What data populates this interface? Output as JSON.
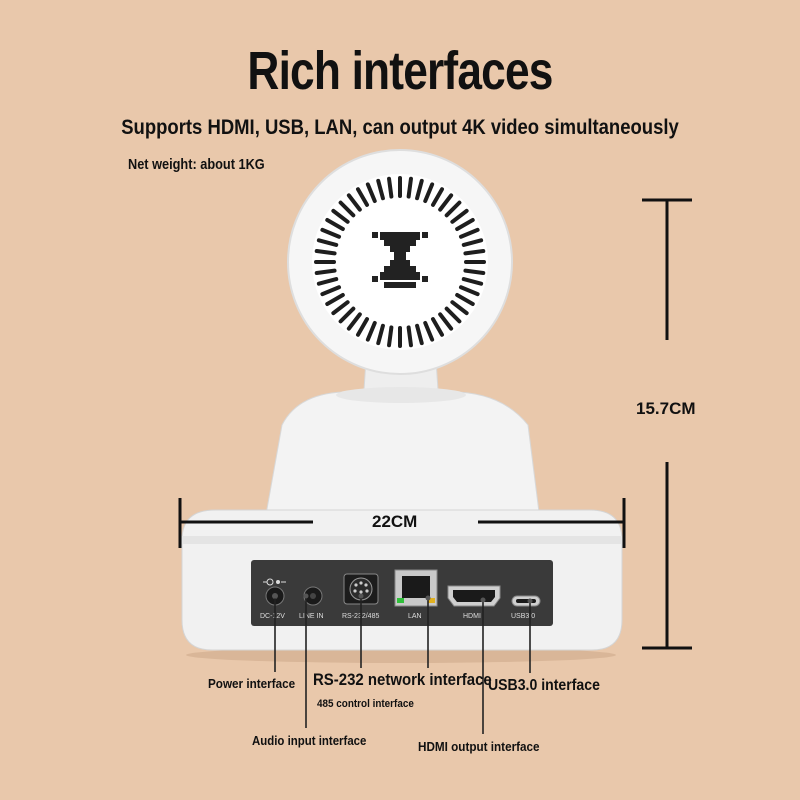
{
  "header": {
    "title": "Rich interfaces",
    "subtitle": "Supports HDMI, USB, LAN, can output 4K video simultaneously",
    "weight": "Net weight: about 1KG"
  },
  "dimensions": {
    "height": "15.7CM",
    "width": "22CM"
  },
  "ports": {
    "dc": "DC-12V",
    "line_in": "LINE IN",
    "rs232": "RS-232/485",
    "lan": "LAN",
    "hdmi": "HDMI",
    "usb": "USB3.0"
  },
  "callouts": {
    "power": "Power interface",
    "rs232": "RS-232 network interface",
    "rs485": "485 control interface",
    "usb": "USB3.0 interface",
    "audio": "Audio input interface",
    "hdmi": "HDMI output interface"
  },
  "colors": {
    "background": "#e9c8ab",
    "camera": "#f4f4f4",
    "panel": "#3a3a3a"
  }
}
